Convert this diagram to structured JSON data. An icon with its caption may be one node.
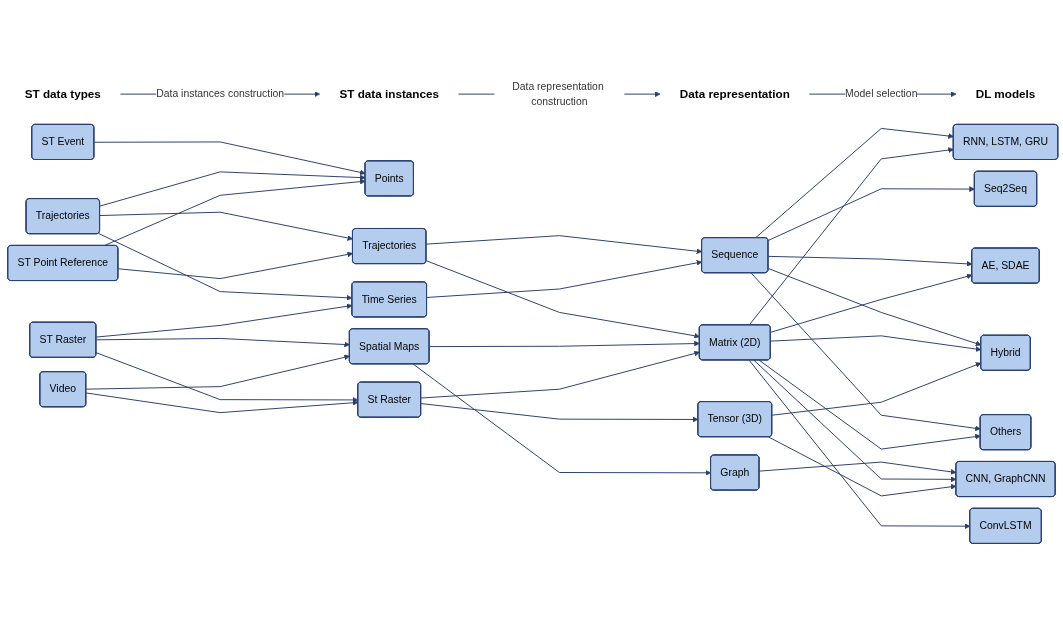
{
  "diagram": {
    "nodes": [
      {
        "text": [
          "ST data types"
        ]
      },
      {
        "text": [
          "ST data instances"
        ]
      },
      {
        "text": [
          "Data representation"
        ]
      },
      {
        "text": [
          "DL models"
        ]
      },
      {
        "text": [
          "ST Event"
        ]
      },
      {
        "text": [
          "Trajectories"
        ]
      },
      {
        "text": [
          "ST Point Reference"
        ]
      },
      {
        "text": [
          "ST Raster"
        ]
      },
      {
        "text": [
          "Video"
        ]
      },
      {
        "text": [
          "Points"
        ]
      },
      {
        "text": [
          "Trajectories"
        ]
      },
      {
        "text": [
          "Time Series"
        ]
      },
      {
        "text": [
          "Spatial Maps"
        ]
      },
      {
        "text": [
          "St Raster"
        ]
      },
      {
        "text": [
          "Sequence"
        ]
      },
      {
        "text": [
          "Graph"
        ]
      },
      {
        "text": [
          "Matrix (2D)"
        ]
      },
      {
        "text": [
          "Tensor (3D)"
        ]
      },
      {
        "text": [
          "CNN, GraphCNN"
        ]
      },
      {
        "text": [
          "RNN, LSTM, GRU"
        ]
      },
      {
        "text": [
          "ConvLSTM"
        ]
      },
      {
        "text": [
          "Seq2Seq"
        ]
      },
      {
        "text": [
          "AE, SDAE"
        ]
      },
      {
        "text": [
          "Hybrid"
        ]
      },
      {
        "text": [
          "Others"
        ]
      }
    ],
    "edges": [
      {
        "from": 0,
        "to": 1,
        "arrow": "to",
        "label": "Data instances construction"
      },
      {
        "from": 1,
        "to": 2,
        "arrow": "to",
        "label": "Data representation construction"
      },
      {
        "from": 2,
        "to": 3,
        "arrow": "to",
        "label": "Model selection"
      },
      {
        "from": 4,
        "to": 9,
        "arrow": "to"
      },
      {
        "from": 5,
        "to": 9,
        "arrow": "to"
      },
      {
        "from": 5,
        "to": 10,
        "arrow": "to"
      },
      {
        "from": 5,
        "to": 11,
        "arrow": "to"
      },
      {
        "from": 6,
        "to": 9,
        "arrow": "to"
      },
      {
        "from": 6,
        "to": 10,
        "arrow": "to"
      },
      {
        "from": 7,
        "to": 11,
        "arrow": "to"
      },
      {
        "from": 7,
        "to": 12,
        "arrow": "to"
      },
      {
        "from": 7,
        "to": 13,
        "arrow": "to"
      },
      {
        "from": 8,
        "to": 12,
        "arrow": "to"
      },
      {
        "from": 8,
        "to": 13,
        "arrow": "to"
      },
      {
        "from": 10,
        "to": 14,
        "arrow": "to"
      },
      {
        "from": 10,
        "to": 16,
        "arrow": "to"
      },
      {
        "from": 11,
        "to": 14,
        "arrow": "to"
      },
      {
        "from": 12,
        "to": 15,
        "arrow": "to"
      },
      {
        "from": 12,
        "to": 16,
        "arrow": "to"
      },
      {
        "from": 13,
        "to": 16,
        "arrow": "to"
      },
      {
        "from": 13,
        "to": 17,
        "arrow": "to"
      },
      {
        "from": 14,
        "to": 19,
        "arrow": "to"
      },
      {
        "from": 14,
        "to": 21,
        "arrow": "to"
      },
      {
        "from": 14,
        "to": 22,
        "arrow": "to"
      },
      {
        "from": 14,
        "to": 23,
        "arrow": "to"
      },
      {
        "from": 14,
        "to": 24,
        "arrow": "to"
      },
      {
        "from": 15,
        "to": 18,
        "arrow": "to"
      },
      {
        "from": 16,
        "to": 18,
        "arrow": "to"
      },
      {
        "from": 16,
        "to": 19,
        "arrow": "to"
      },
      {
        "from": 16,
        "to": 20,
        "arrow": "to"
      },
      {
        "from": 16,
        "to": 22,
        "arrow": "to"
      },
      {
        "from": 16,
        "to": 23,
        "arrow": "to"
      },
      {
        "from": 16,
        "to": 24,
        "arrow": "to"
      },
      {
        "from": 17,
        "to": 18,
        "arrow": "to"
      },
      {
        "from": 17,
        "to": 23,
        "arrow": "to"
      }
    ]
  }
}
